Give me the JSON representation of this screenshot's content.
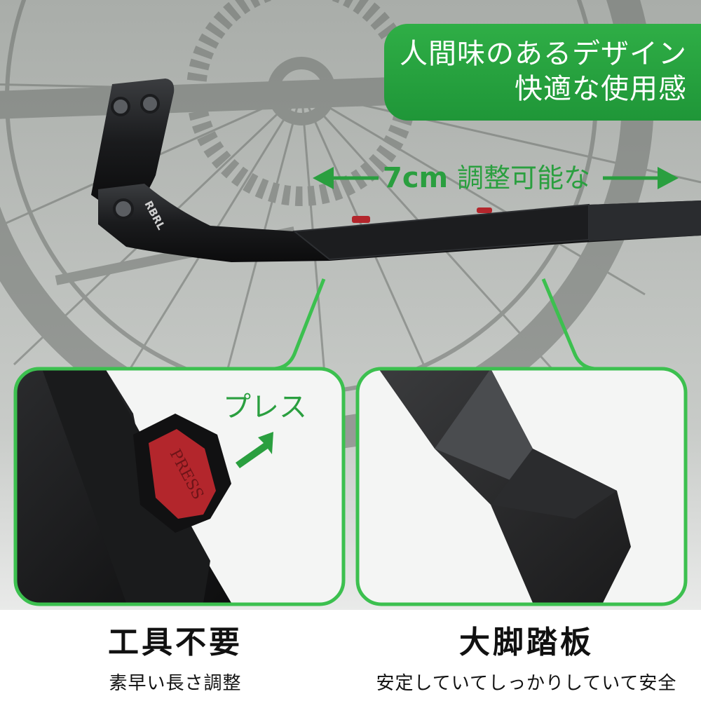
{
  "banner": {
    "line1": "人間味のあるデザイン",
    "line2": "快適な使用感"
  },
  "adjust": {
    "amount": "7cm",
    "text": "調整可能な"
  },
  "press_label": "プレス",
  "press_button_text": "PRESS",
  "brand_mark": "RBRL",
  "captions": {
    "left_title": "工具不要",
    "left_sub": "素早い長さ調整",
    "right_title": "大脚踏板",
    "right_sub": "安定していてしっかりしていて安全"
  },
  "colors": {
    "accent_green": "#2a9f3f",
    "panel_border": "#3cc04f",
    "button_red": "#b3262c"
  },
  "icons": [
    "double-arrow-icon",
    "press-arrow-icon"
  ]
}
